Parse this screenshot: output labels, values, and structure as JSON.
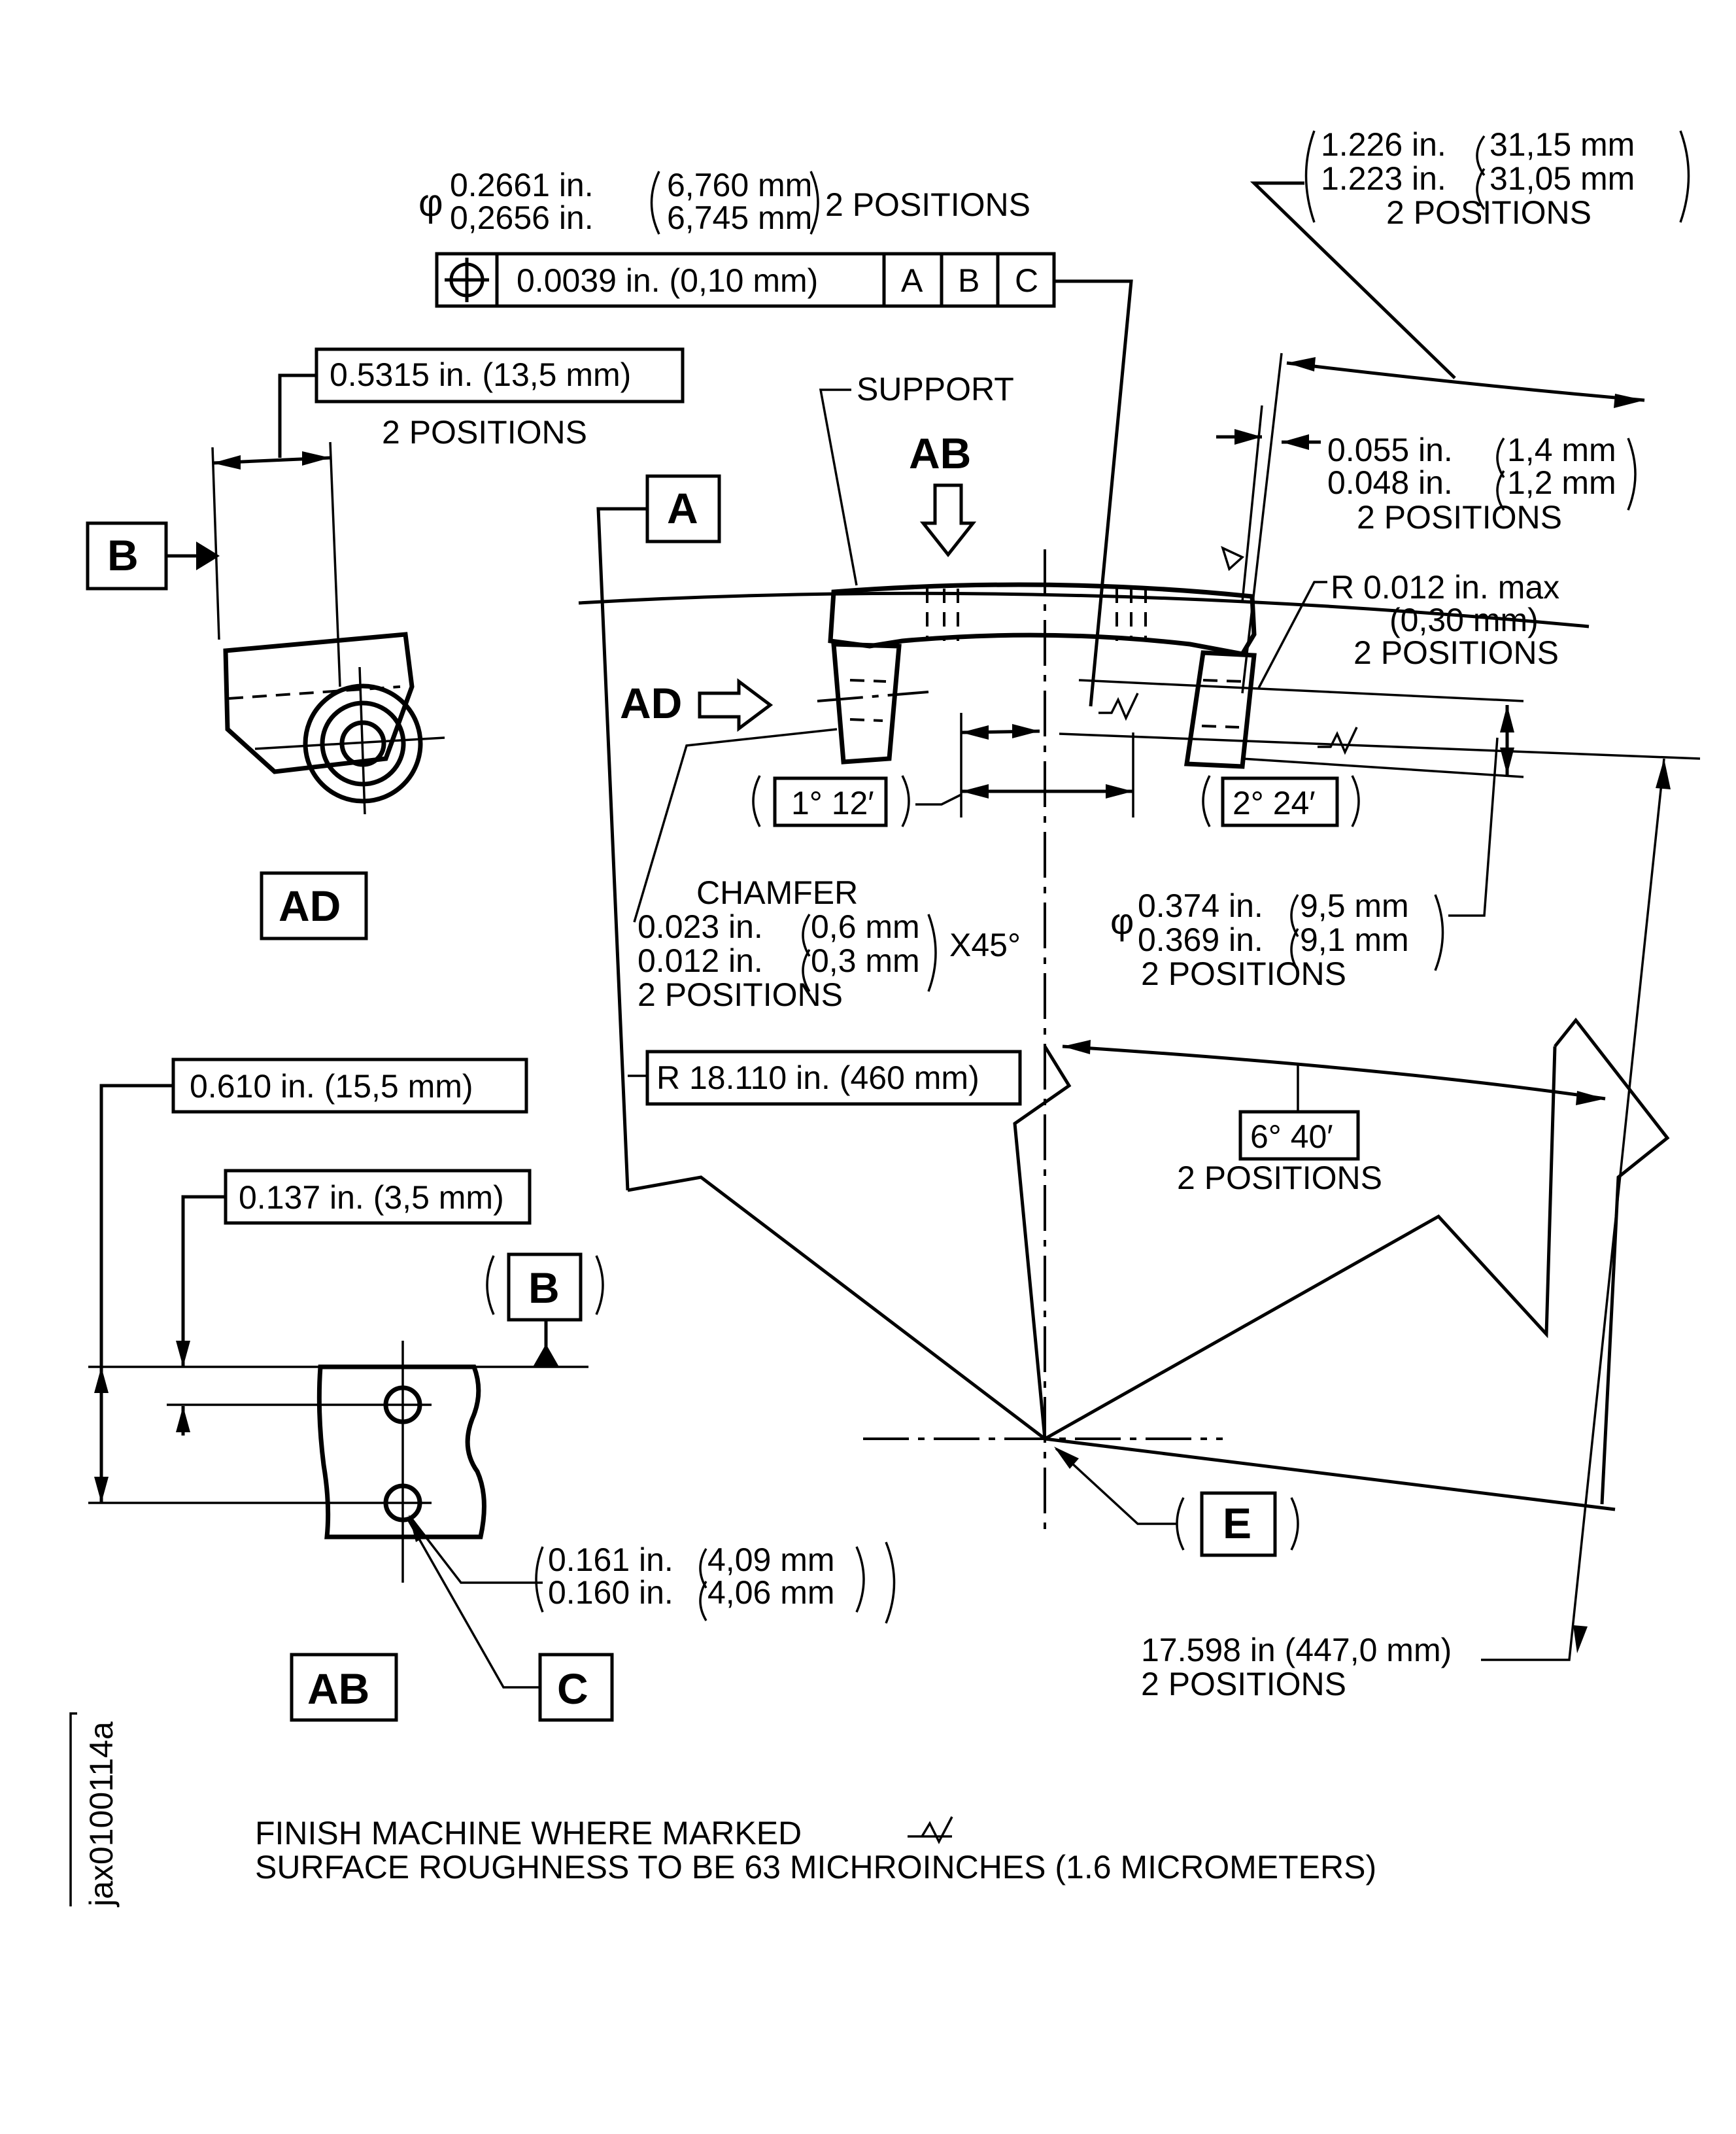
{
  "fcf": {
    "diameter_symbol": "φ",
    "dia_upper": "0.2661 in.",
    "dia_lower": "0,2656 in.",
    "dia_mm_upper": "6,760 mm",
    "dia_mm_lower": "6,745 mm",
    "dia_positions": "2 POSITIONS",
    "tolerance": "0.0039 in. (0,10 mm)",
    "datum_a": "A",
    "datum_b": "B",
    "datum_c": "C"
  },
  "width_dim": {
    "in_upper": "1.226 in.",
    "mm_upper": "31,15 mm",
    "in_lower": "1.223 in.",
    "mm_lower": "31,05 mm",
    "positions": "2 POSITIONS"
  },
  "view_ad": {
    "dim_box": "0.5315 in. (13,5 mm)",
    "dim_positions": "2 POSITIONS",
    "datum_b": "B",
    "view_label": "AD"
  },
  "main": {
    "support": "SUPPORT",
    "view_ab_arrow": "AB",
    "view_ad_arrow": "AD",
    "datum_a": "A",
    "datum_e": "E",
    "slot_dim": {
      "in_upper": "0.055 in.",
      "mm_upper": "1,4 mm",
      "in_lower": "0.048 in.",
      "mm_lower": "1,2 mm",
      "positions": "2 POSITIONS"
    },
    "radius": {
      "value": "R 0.012 in. max",
      "mm": "(0,30 mm)",
      "positions": "2 POSITIONS"
    },
    "angle_small": "1° 12′",
    "angle_mid": "2° 24′",
    "chamfer": {
      "title": "CHAMFER",
      "in_upper": "0.023 in.",
      "mm_upper": "0,6 mm",
      "in_lower": "0.012 in.",
      "mm_lower": "0,3 mm",
      "angle": "X45°",
      "positions": "2 POSITIONS"
    },
    "hole_dim": {
      "diameter_symbol": "φ",
      "in_upper": "0.374 in.",
      "mm_upper": "9,5 mm",
      "in_lower": "0.369 in.",
      "mm_lower": "9,1 mm",
      "positions": "2 POSITIONS"
    },
    "radius_big": "R 18.110 in. (460 mm)",
    "angle_big": "6° 40′",
    "angle_big_positions": "2 POSITIONS",
    "length": {
      "value": "17.598 in (447,0 mm)",
      "positions": "2 POSITIONS"
    }
  },
  "view_ab": {
    "dim_total": "0.610 in. (15,5 mm)",
    "dim_hole": "0.137 in. (3,5 mm)",
    "datum_b": "B",
    "datum_c": "C",
    "hole_in_upper": "0.161 in.",
    "hole_mm_upper": "4,09 mm",
    "hole_in_lower": "0.160 in.",
    "hole_mm_lower": "4,06 mm",
    "view_label": "AB"
  },
  "notes": {
    "line1": "FINISH MACHINE WHERE MARKED",
    "line2": "SURFACE ROUGHNESS TO BE 63 MICHROINCHES (1.6 MICROMETERS)"
  },
  "figure_id": "jax0100114a"
}
